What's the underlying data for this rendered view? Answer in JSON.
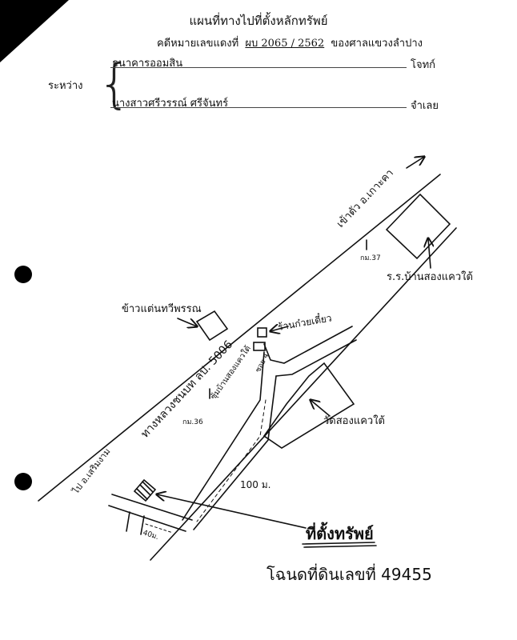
{
  "header": {
    "title": "แผนที่ทางไปที่ตั้งหลักทรัพย์",
    "case_prefix": "คดีหมายเลขแดงที่",
    "case_number": "ผบ 2065 / 2562",
    "court": "ของศาลแขวงลำปาง"
  },
  "parties": {
    "between_label": "ระหว่าง",
    "plaintiff": "ธนาคารออมสิน",
    "plaintiff_role": "โจทก์",
    "defendant": "นางสาวศรีวรรณ์ ศรีจันทร์",
    "defendant_role": "จำเลย"
  },
  "map": {
    "to_ko_kha": "เข้าตัว อ.เกาะคา",
    "km37": "กม.37",
    "school": "ร.ร.บ้านสองแควใต้",
    "rice_shop": "ข้าวแต่นทวีพรรณ",
    "road_name": "ทางหลวงชนบท ลป. 5006",
    "noodle_shop": "ร้านก๋วยเตี๋ยว",
    "soi_4": "ซอย 4",
    "village_arch": "ซุ้มบ้านสองแควใต้",
    "km36": "กม.36",
    "temple": "วัดสองแควใต้",
    "distance_100": "100 ม.",
    "to_soem_ngam": "ไป อ.เสริมงาม",
    "distance_40": "40ม.",
    "property_location": "ที่ตั้งทรัพย์",
    "title_deed": "โฉนดที่ดินเลขที่ 49455"
  }
}
